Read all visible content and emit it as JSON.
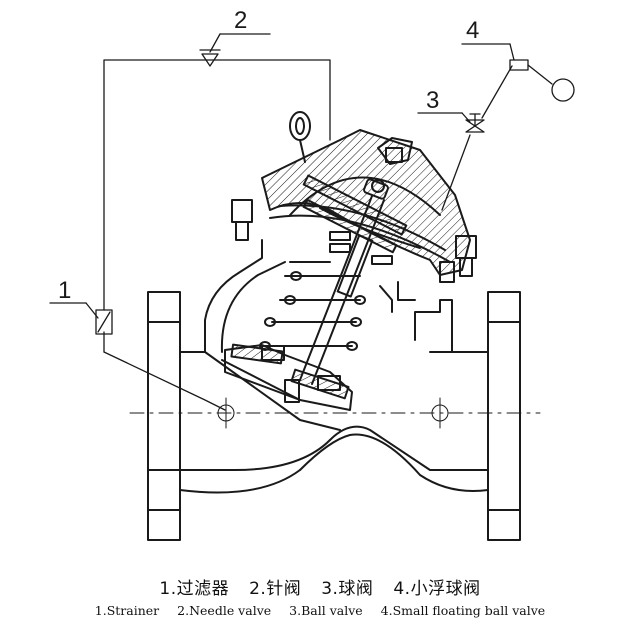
{
  "callouts": [
    {
      "number": "1",
      "part": "strainer"
    },
    {
      "number": "2",
      "part": "needle-valve"
    },
    {
      "number": "3",
      "part": "ball-valve"
    },
    {
      "number": "4",
      "part": "small-floating-ball-valve"
    }
  ],
  "legend_zh": [
    "1.过滤器",
    "2.针阀",
    "3.球阀",
    "4.小浮球阀"
  ],
  "legend_en": [
    "1.Strainer",
    "2.Needle valve",
    "3.Ball valve",
    "4.Small floating ball valve"
  ],
  "colors": {
    "line": "#1a1a1a",
    "background": "#ffffff"
  }
}
